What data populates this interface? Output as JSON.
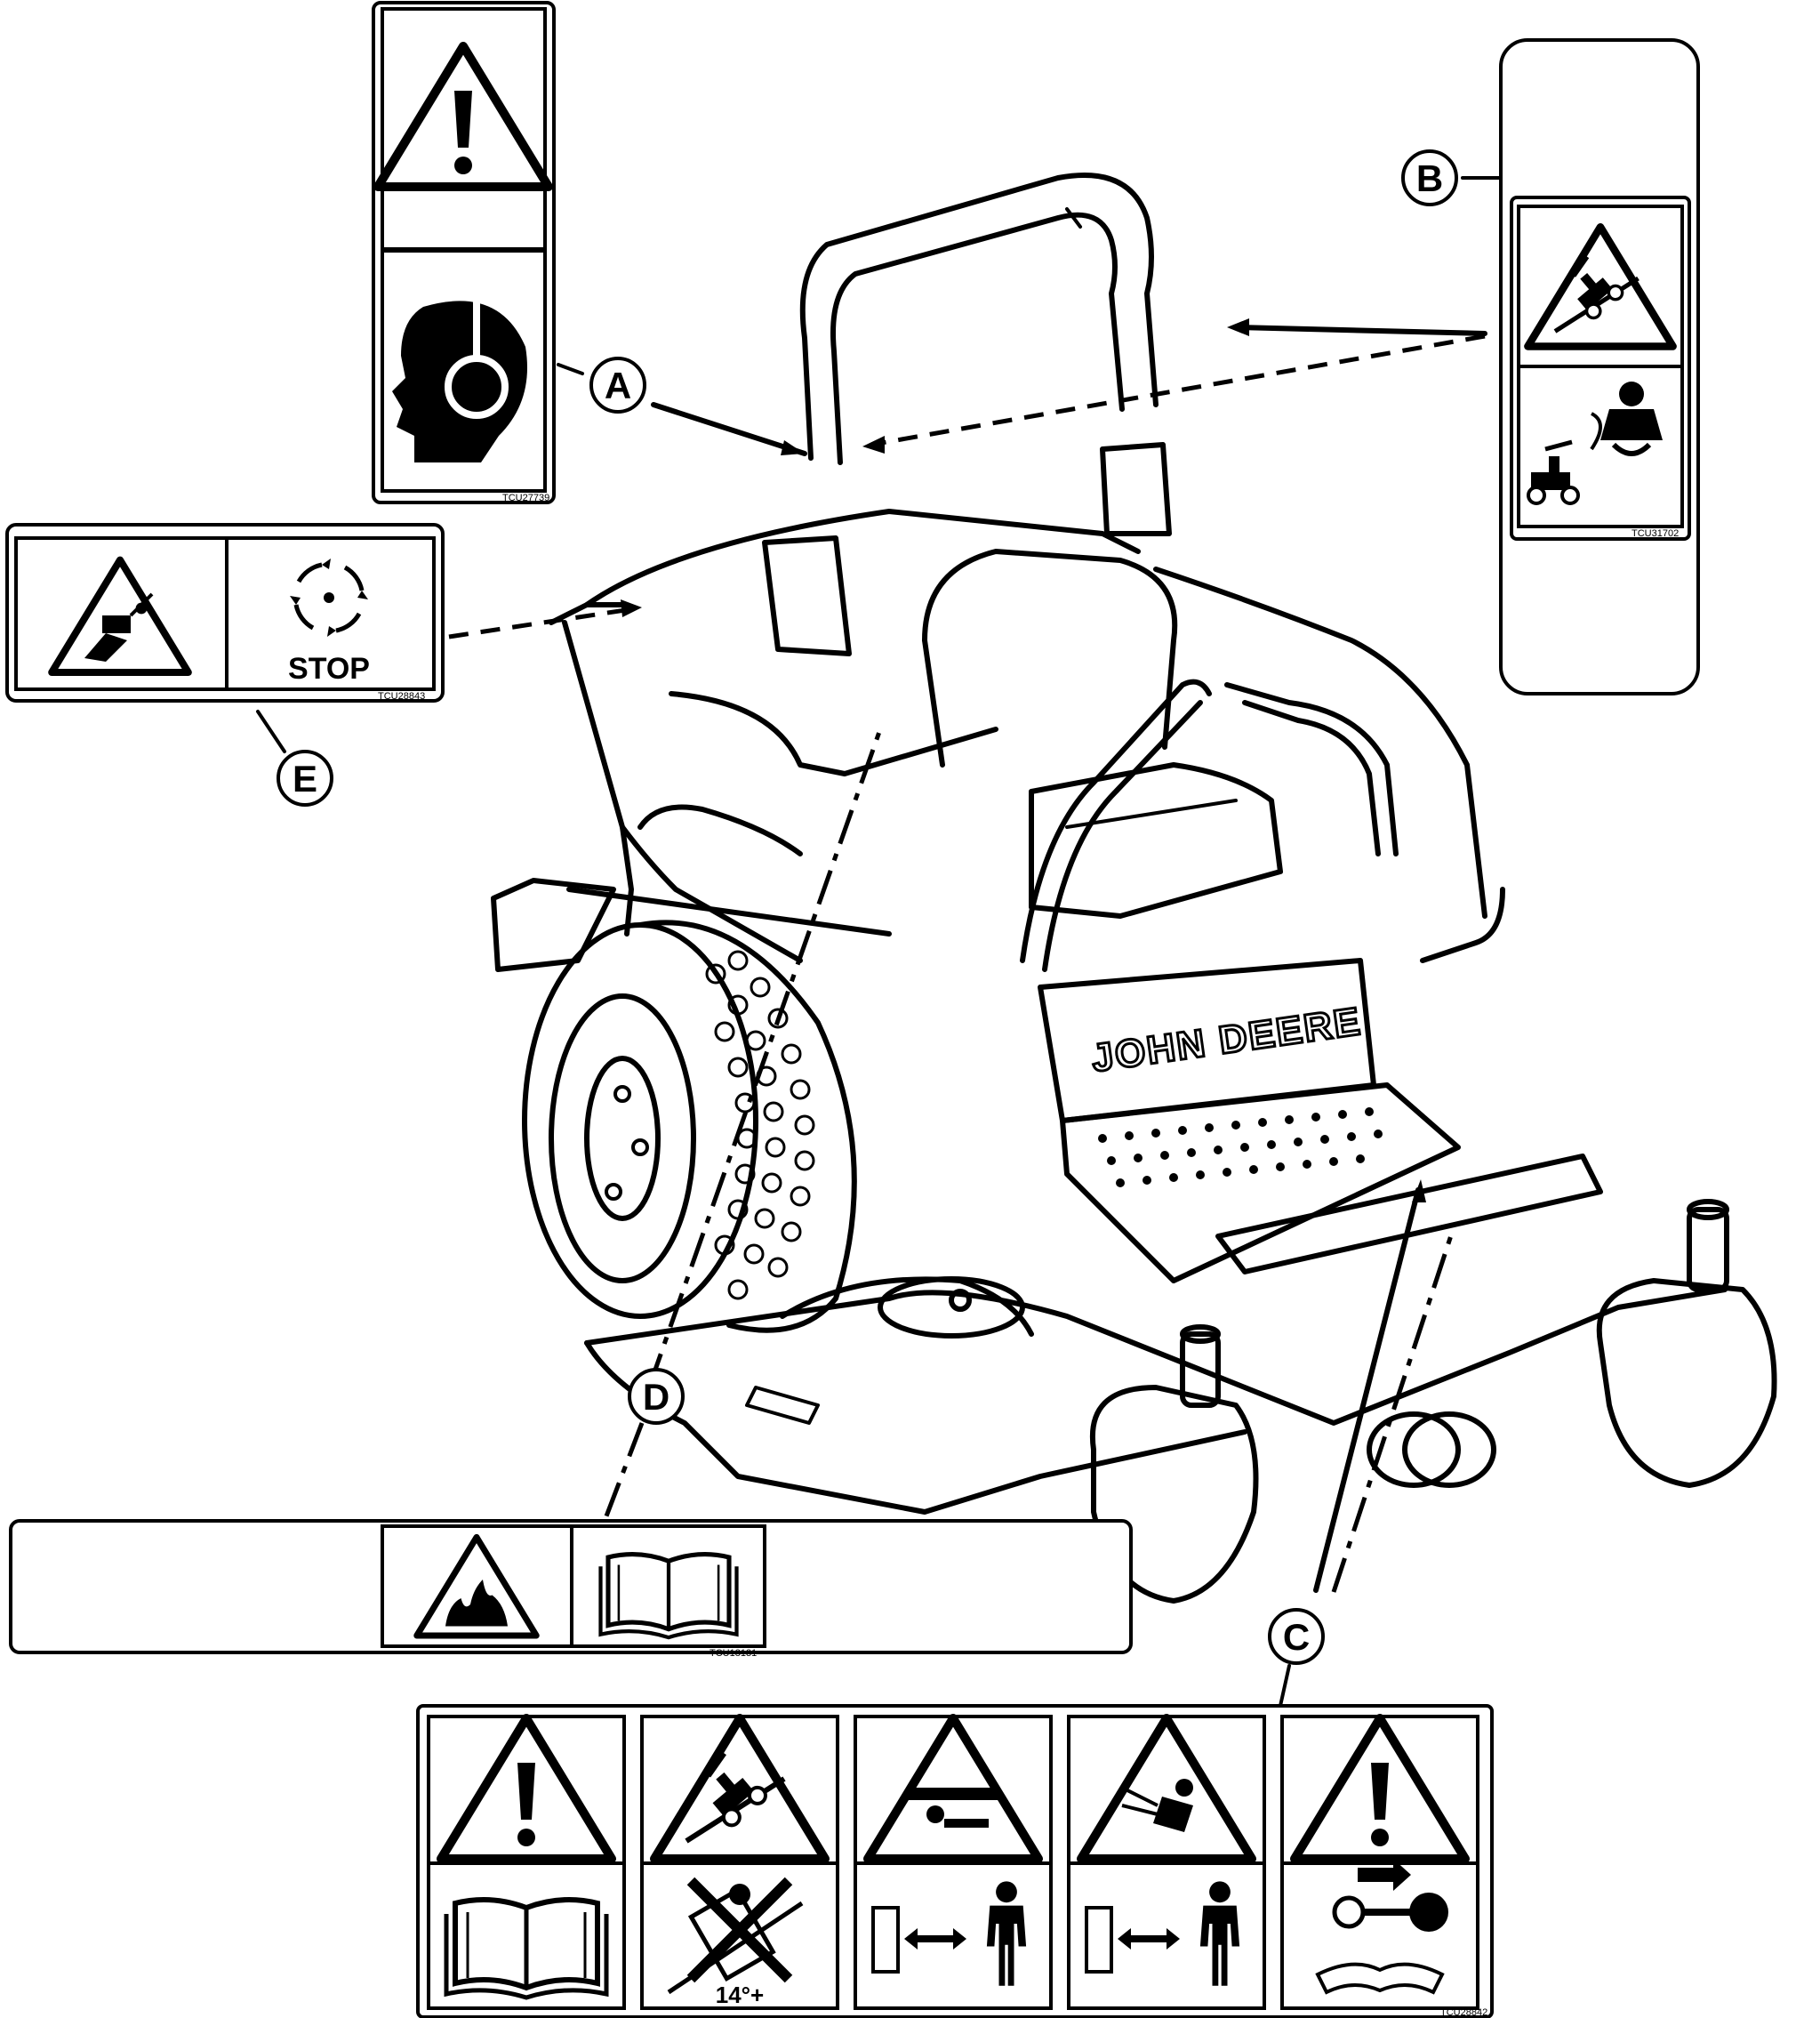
{
  "callouts": {
    "a": "A",
    "b": "B",
    "c": "C",
    "d": "D",
    "e": "E"
  },
  "decal_codes": {
    "a": "TCU27739",
    "b": "TCU31702",
    "c": "TCU28842",
    "d": "TCU18131",
    "e": "TCU28843"
  },
  "decal_text": {
    "stop": "STOP",
    "slope_angle": "14°+"
  },
  "brand": {
    "name": "JOHN DEERE"
  },
  "icons": [
    "warning-triangle-icon",
    "hearing-protection-icon",
    "rollover-hazard-icon",
    "seatbelt-operator-icon",
    "thrown-object-hazard-icon",
    "rotating-blade-stop-icon",
    "fire-hazard-icon",
    "operator-manual-icon",
    "no-steep-slope-icon",
    "crush-hazard-icon",
    "keep-distance-icon",
    "remove-key-icon"
  ],
  "colors": {
    "line": "#000000",
    "background": "#ffffff"
  }
}
